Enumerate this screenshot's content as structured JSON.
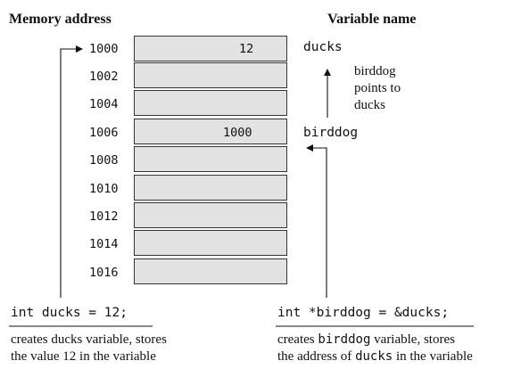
{
  "headers": {
    "memory_address": "Memory address",
    "variable_name": "Variable name"
  },
  "addresses": [
    "1000",
    "1002",
    "1004",
    "1006",
    "1008",
    "1010",
    "1012",
    "1014",
    "1016"
  ],
  "cell_values": {
    "ducks_value": "12",
    "birddog_value": "1000"
  },
  "variables": {
    "ducks": "ducks",
    "birddog": "birddog"
  },
  "pointer_note": [
    "birddog",
    "points to",
    "ducks"
  ],
  "left_statement": {
    "code": "int ducks = 12;",
    "caption_line1": "creates ducks variable, stores",
    "caption_line2": "the value 12 in the variable"
  },
  "right_statement": {
    "code": "int *birddog = &ducks;",
    "caption_line1_pre": "creates ",
    "caption_line1_code": "birddog",
    "caption_line1_post": " variable, stores",
    "caption_line2_pre": "the address of ",
    "caption_line2_code": "ducks",
    "caption_line2_post": " in the variable"
  }
}
